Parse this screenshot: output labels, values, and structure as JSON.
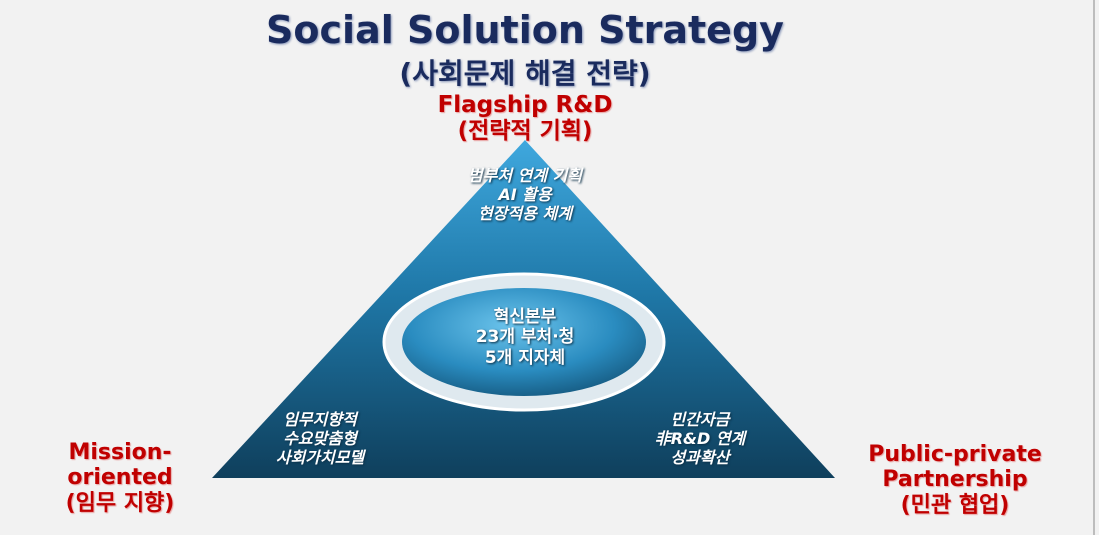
{
  "title": "Social Solution Strategy",
  "subtitle": "(사회문제 해결 전략)",
  "nodes": {
    "top": {
      "label": "Flagship R&D",
      "sub": "(전략적 기획)",
      "items": [
        "범부처 연계 기획",
        "AI 활용",
        "현장적용 체계"
      ]
    },
    "left": {
      "label": "Mission-oriented",
      "label_1": "Mission-",
      "label_2": "oriented",
      "sub": "(임무 지향)",
      "items": [
        "임무지향적",
        "수요맞춤형",
        "사회가치모델"
      ]
    },
    "right": {
      "label": "Public-private Partnership",
      "label_1": "Public-private",
      "label_2": "Partnership",
      "sub": "(민관 협업)",
      "items": [
        "민간자금",
        "非R&D 연계",
        "성과확산"
      ]
    },
    "center": {
      "items": [
        "혁신본부",
        "23개 부처·청",
        "5개 지자체"
      ]
    }
  },
  "colors": {
    "title": "#1a2b5e",
    "label": "#c00000",
    "pyramid_top": "#3aa0d6",
    "pyramid_bottom": "#0f3f5c"
  }
}
